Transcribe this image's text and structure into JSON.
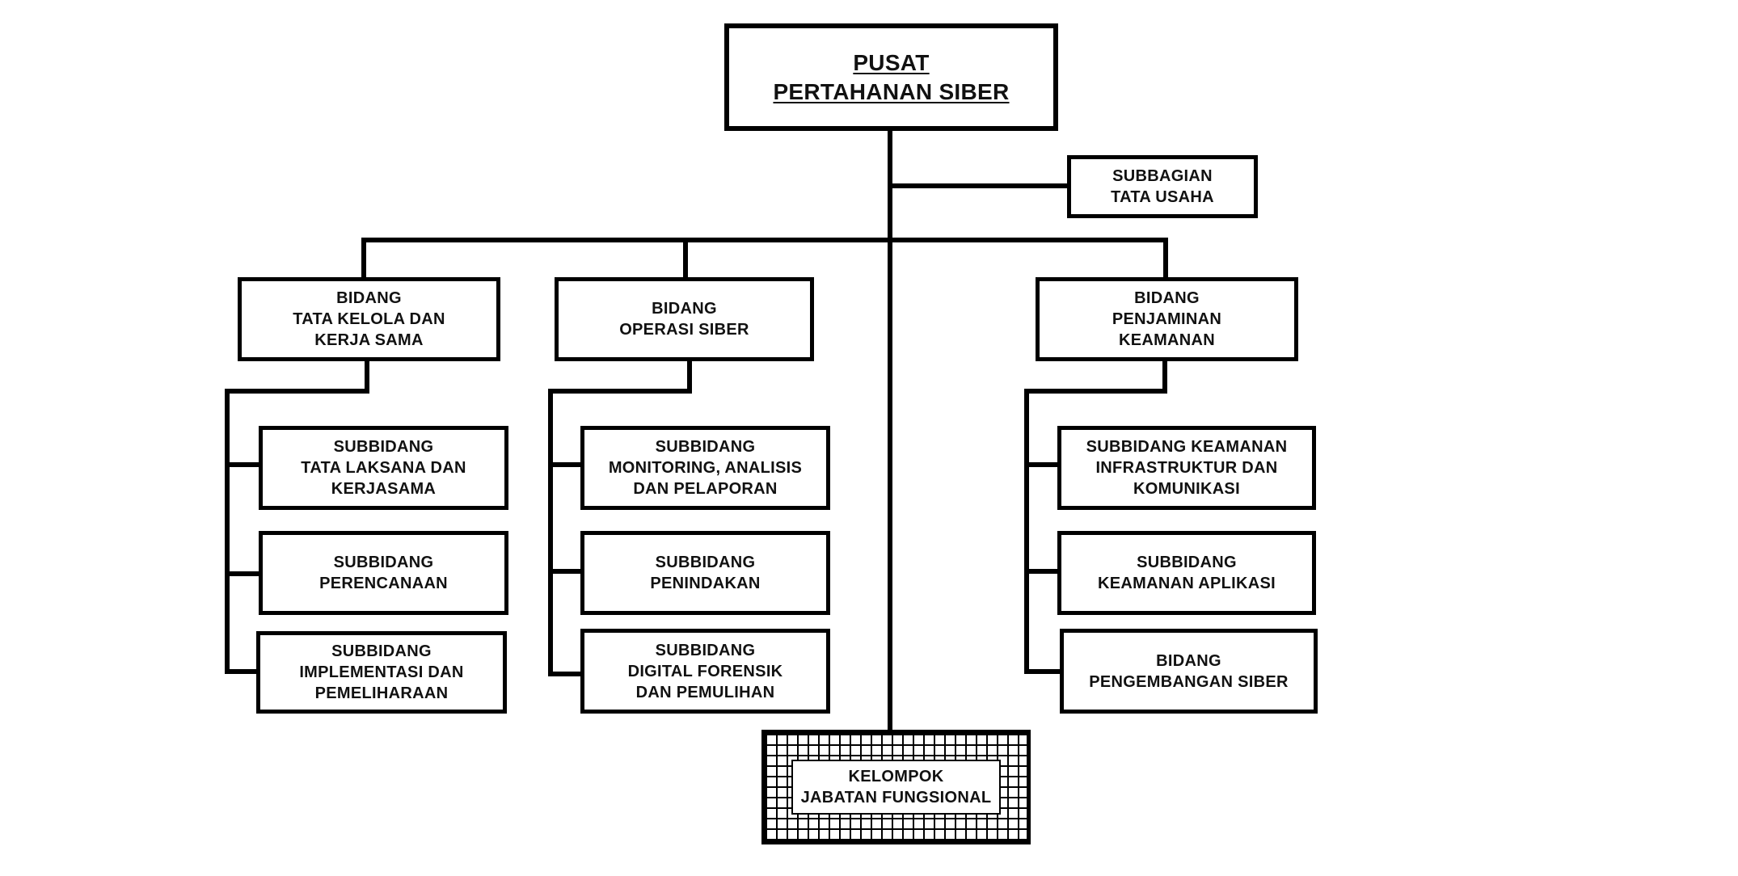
{
  "diagram": {
    "root": [
      "PUSAT",
      "PERTAHANAN SIBER"
    ],
    "tata_usaha": [
      "SUBBAGIAN",
      "TATA USAHA"
    ],
    "fields": [
      {
        "name": [
          "BIDANG",
          "TATA KELOLA DAN",
          "KERJA SAMA"
        ],
        "subs": [
          [
            "SUBBIDANG",
            "TATA LAKSANA DAN",
            "KERJASAMA"
          ],
          [
            "SUBBIDANG",
            "PERENCANAAN"
          ],
          [
            "SUBBIDANG",
            "IMPLEMENTASI DAN",
            "PEMELIHARAAN"
          ]
        ]
      },
      {
        "name": [
          "BIDANG",
          "OPERASI SIBER"
        ],
        "subs": [
          [
            "SUBBIDANG",
            "MONITORING, ANALISIS",
            "DAN PELAPORAN"
          ],
          [
            "SUBBIDANG",
            "PENINDAKAN"
          ],
          [
            "SUBBIDANG",
            "DIGITAL FORENSIK",
            "DAN PEMULIHAN"
          ]
        ]
      },
      {
        "name": [
          "BIDANG",
          "PENJAMINAN",
          "KEAMANAN"
        ],
        "subs": [
          [
            "SUBBIDANG KEAMANAN",
            "INFRASTRUKTUR DAN",
            "KOMUNIKASI"
          ],
          [
            "SUBBIDANG",
            "KEAMANAN APLIKASI"
          ],
          [
            "BIDANG",
            "PENGEMBANGAN SIBER"
          ]
        ]
      }
    ],
    "functional": [
      "KELOMPOK",
      "JABATAN FUNGSIONAL"
    ]
  }
}
